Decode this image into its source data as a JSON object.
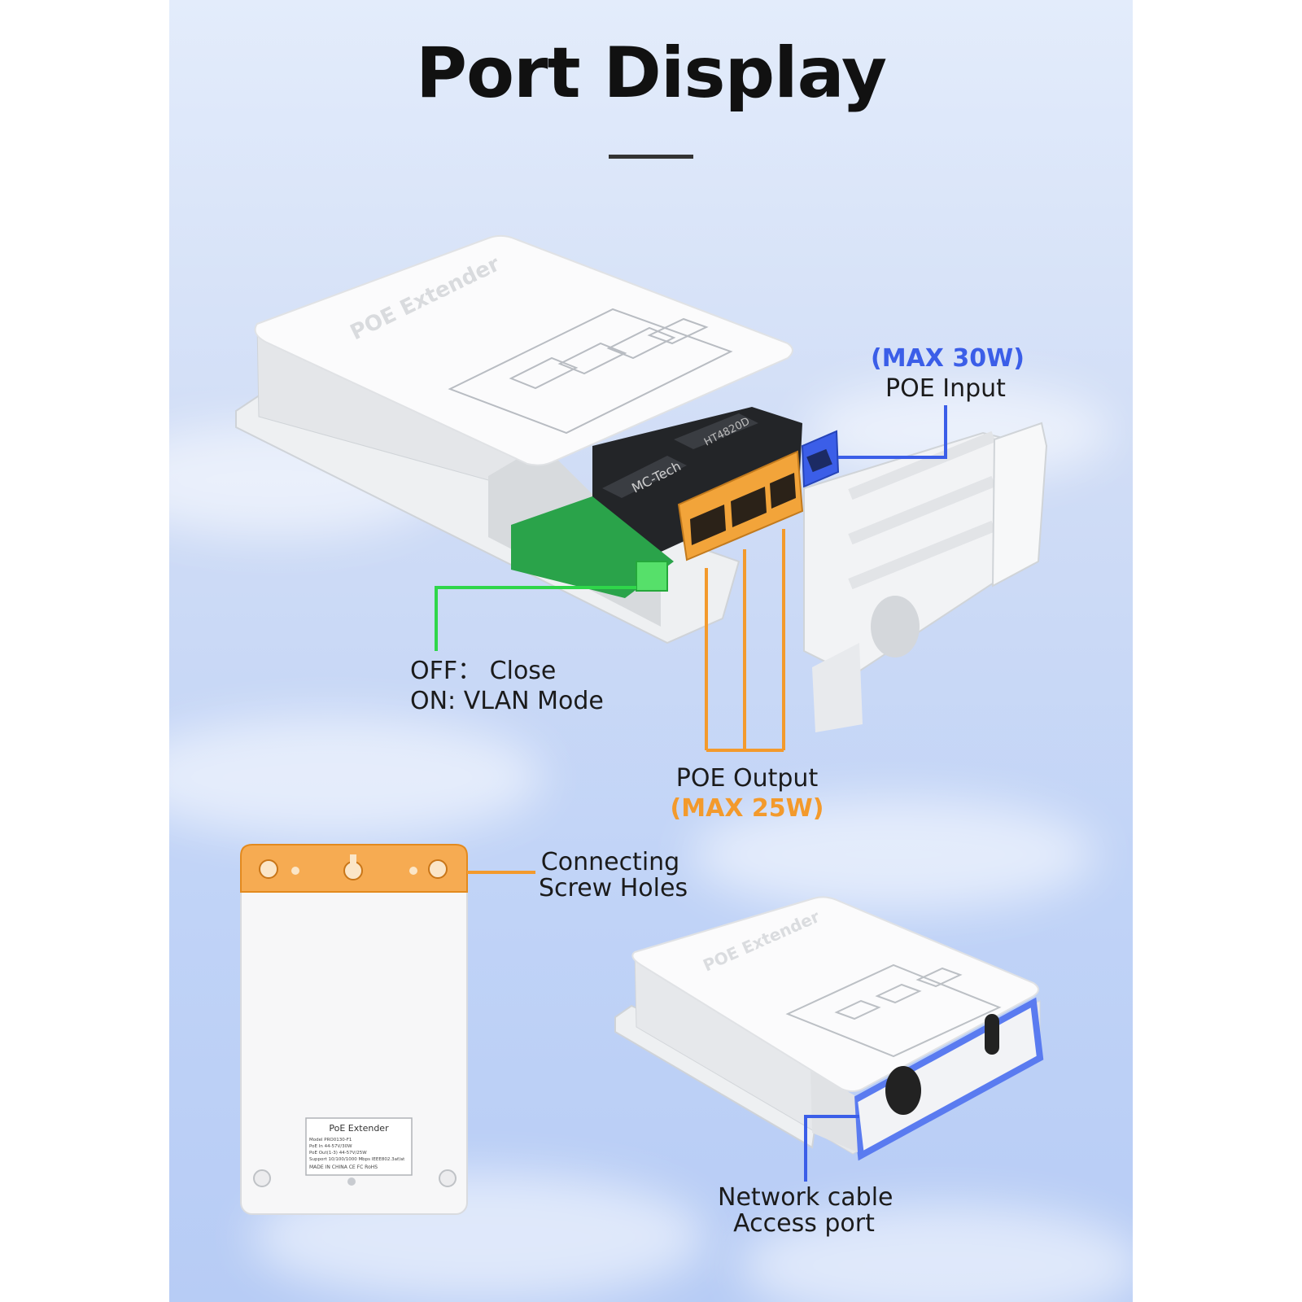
{
  "page_title": "Port Display",
  "poe_input": {
    "max": "(MAX 30W)",
    "label": "POE Input"
  },
  "switch_state": {
    "off_line": "OFF： Close",
    "on_line": "ON:  VLAN Mode"
  },
  "poe_output": {
    "label": "POE Output",
    "max": "(MAX 25W)"
  },
  "screw_holes": {
    "line1": "Connecting",
    "line2": "Screw Holes"
  },
  "network_port": {
    "line1": "Network cable",
    "line2": "Access port"
  },
  "device": {
    "lid_text": "POE Extender",
    "chip_text": "MC-Tech",
    "chip_code": "HT4820D",
    "label_title": "PoE Extender",
    "label_lines": [
      "Model PRO0130-F1",
      "PoE In 44-57V/30W",
      "PoE Out(1-3) 44-57V/25W",
      "Support 10/100/1000 Mbps IEEE802.3af/at",
      "MADE IN CHINA  CE FC RoHS"
    ]
  },
  "colors": {
    "blue_accent": "#3b5ee8",
    "orange_accent": "#f39a2c",
    "green_accent": "#2fd64a",
    "background": "#c6d7f6"
  },
  "icons": [
    "poe-extender-device",
    "rj45-port",
    "dip-switch",
    "screw-hole"
  ]
}
